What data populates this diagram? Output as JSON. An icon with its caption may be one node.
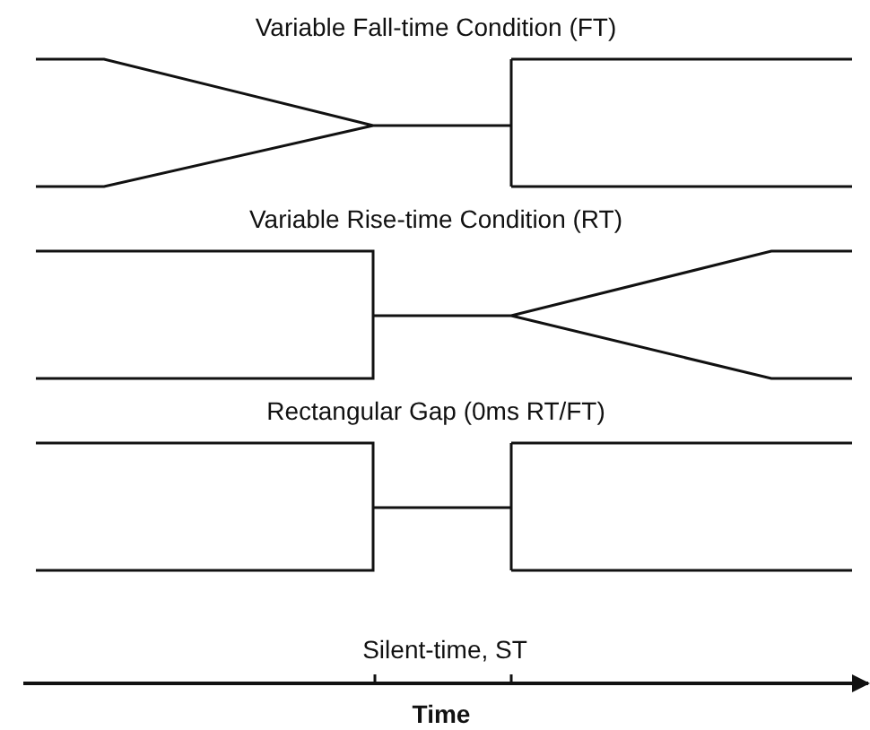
{
  "diagram": {
    "labels": [
      "Variable Fall-time Condition (FT)",
      "Variable Rise-time Condition (RT)",
      "Rectangular Gap (0ms RT/FT)",
      "Silent-time, ST",
      "Time"
    ]
  }
}
